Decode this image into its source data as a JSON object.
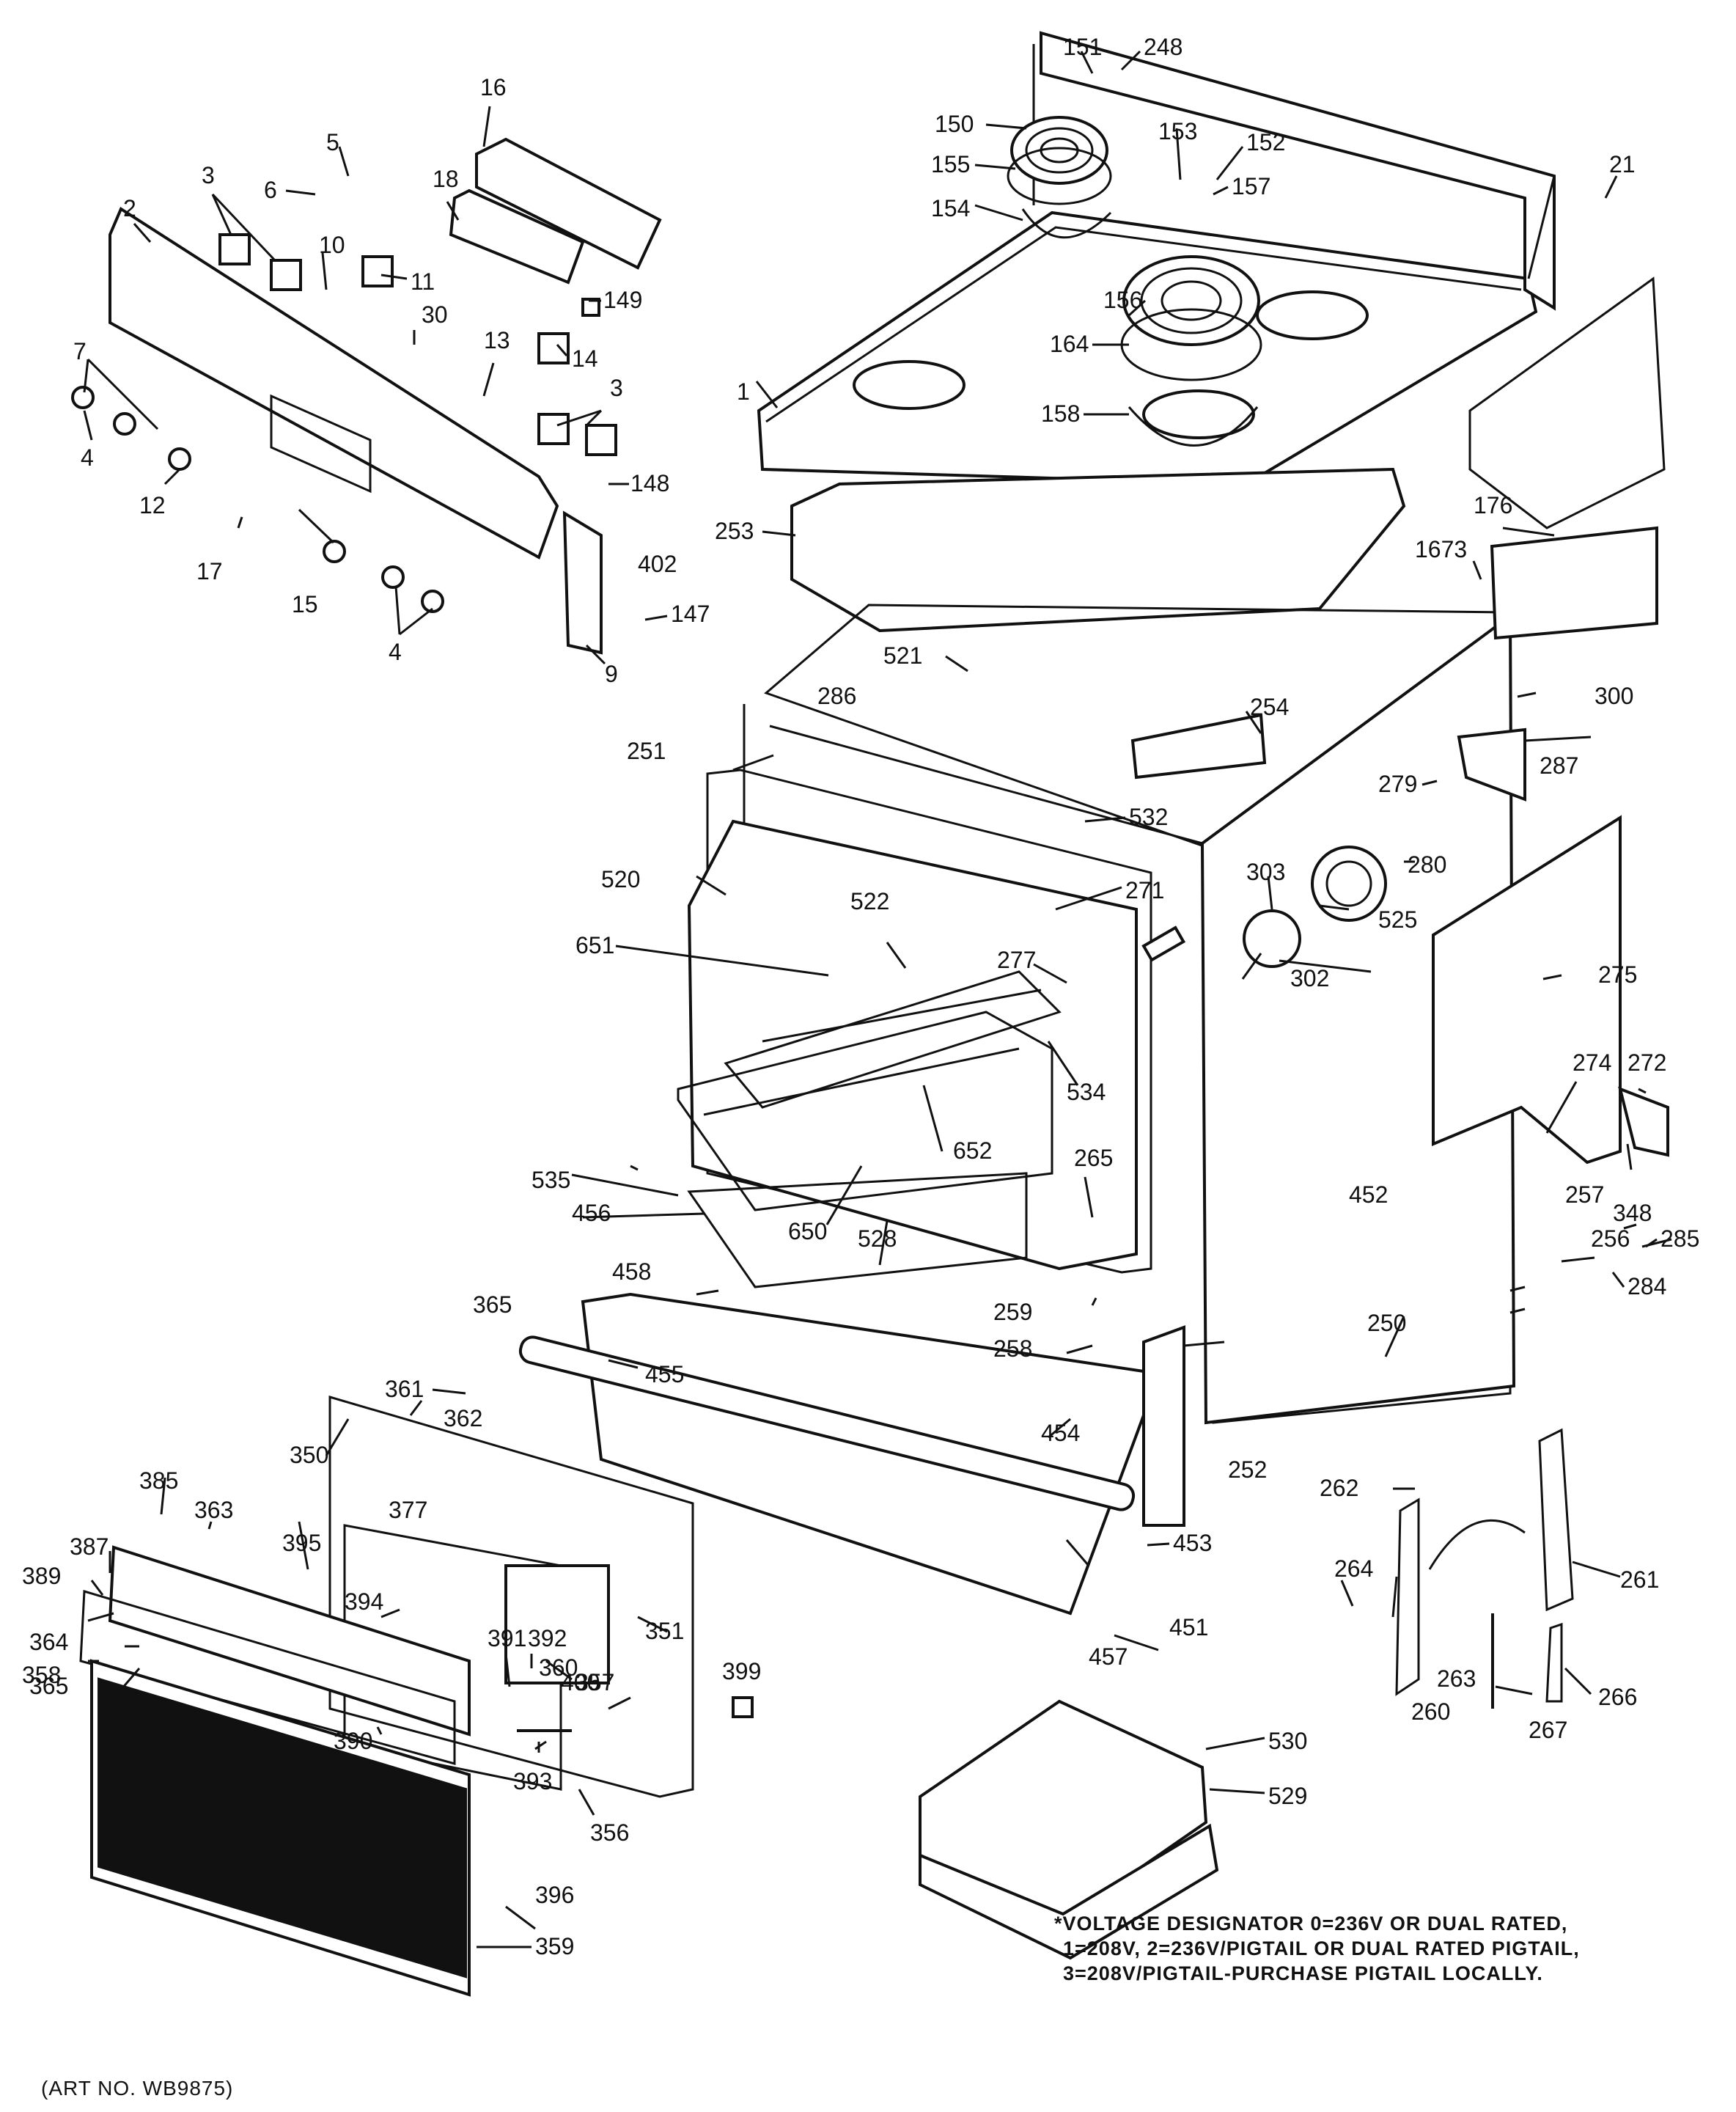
{
  "labels": {
    "l1": "1",
    "l2": "2",
    "l3a": "3",
    "l3b": "3",
    "l4a": "4",
    "l4b": "4",
    "l5": "5",
    "l6": "6",
    "l7": "7",
    "l9": "9",
    "l10": "10",
    "l11": "11",
    "l12": "12",
    "l13": "13",
    "l14": "14",
    "l15": "15",
    "l16": "16",
    "l17": "17",
    "l18": "18",
    "l21": "21",
    "l30": "30",
    "l147": "147",
    "l148": "148",
    "l149": "149",
    "l150": "150",
    "l151": "151",
    "l152": "152",
    "l153": "153",
    "l154": "154",
    "l155": "155",
    "l156": "156",
    "l157": "157",
    "l158": "158",
    "l164": "164",
    "l176": "176",
    "l248": "248",
    "l250": "250",
    "l251": "251",
    "l252": "252",
    "l253": "253",
    "l254": "254",
    "l256": "256",
    "l257": "257",
    "l258": "258",
    "l259": "259",
    "l260": "260",
    "l261": "261",
    "l262": "262",
    "l263": "263",
    "l264": "264",
    "l265": "265",
    "l266": "266",
    "l267": "267",
    "l271": "271",
    "l272": "272",
    "l274": "274",
    "l275": "275",
    "l277": "277",
    "l279": "279",
    "l280": "280",
    "l284": "284",
    "l285": "285",
    "l286": "286",
    "l287": "287",
    "l300": "300",
    "l302": "302",
    "l303": "303",
    "l348": "348",
    "l350": "350",
    "l351": "351",
    "l356": "356",
    "l357": "357",
    "l358": "358",
    "l359": "359",
    "l360": "360",
    "l361": "361",
    "l362": "362",
    "l363": "363",
    "l364": "364",
    "l365a": "365",
    "l365b": "365",
    "l377": "377",
    "l385": "385",
    "l387": "387",
    "l389": "389",
    "l390": "390",
    "l391": "391",
    "l392": "392",
    "l393": "393",
    "l394": "394",
    "l395": "395",
    "l396": "396",
    "l399": "399",
    "l400": "400",
    "l402": "402",
    "l451": "451",
    "l452": "452",
    "l453": "453",
    "l454": "454",
    "l455": "455",
    "l456": "456",
    "l457": "457",
    "l458": "458",
    "l520": "520",
    "l521": "521",
    "l522": "522",
    "l525": "525",
    "l528": "528",
    "l529": "529",
    "l530": "530",
    "l532": "532",
    "l534": "534",
    "l535": "535",
    "l650": "650",
    "l651": "651",
    "l652": "652",
    "l1673": "1673"
  },
  "notes": {
    "line1": "*VOLTAGE DESIGNATOR 0=236V OR DUAL RATED,",
    "line2": "1=208V, 2=236V/PIGTAIL OR DUAL RATED PIGTAIL,",
    "line3": "3=208V/PIGTAIL-PURCHASE PIGTAIL LOCALLY."
  },
  "art_number": "(ART NO. WB9875)"
}
